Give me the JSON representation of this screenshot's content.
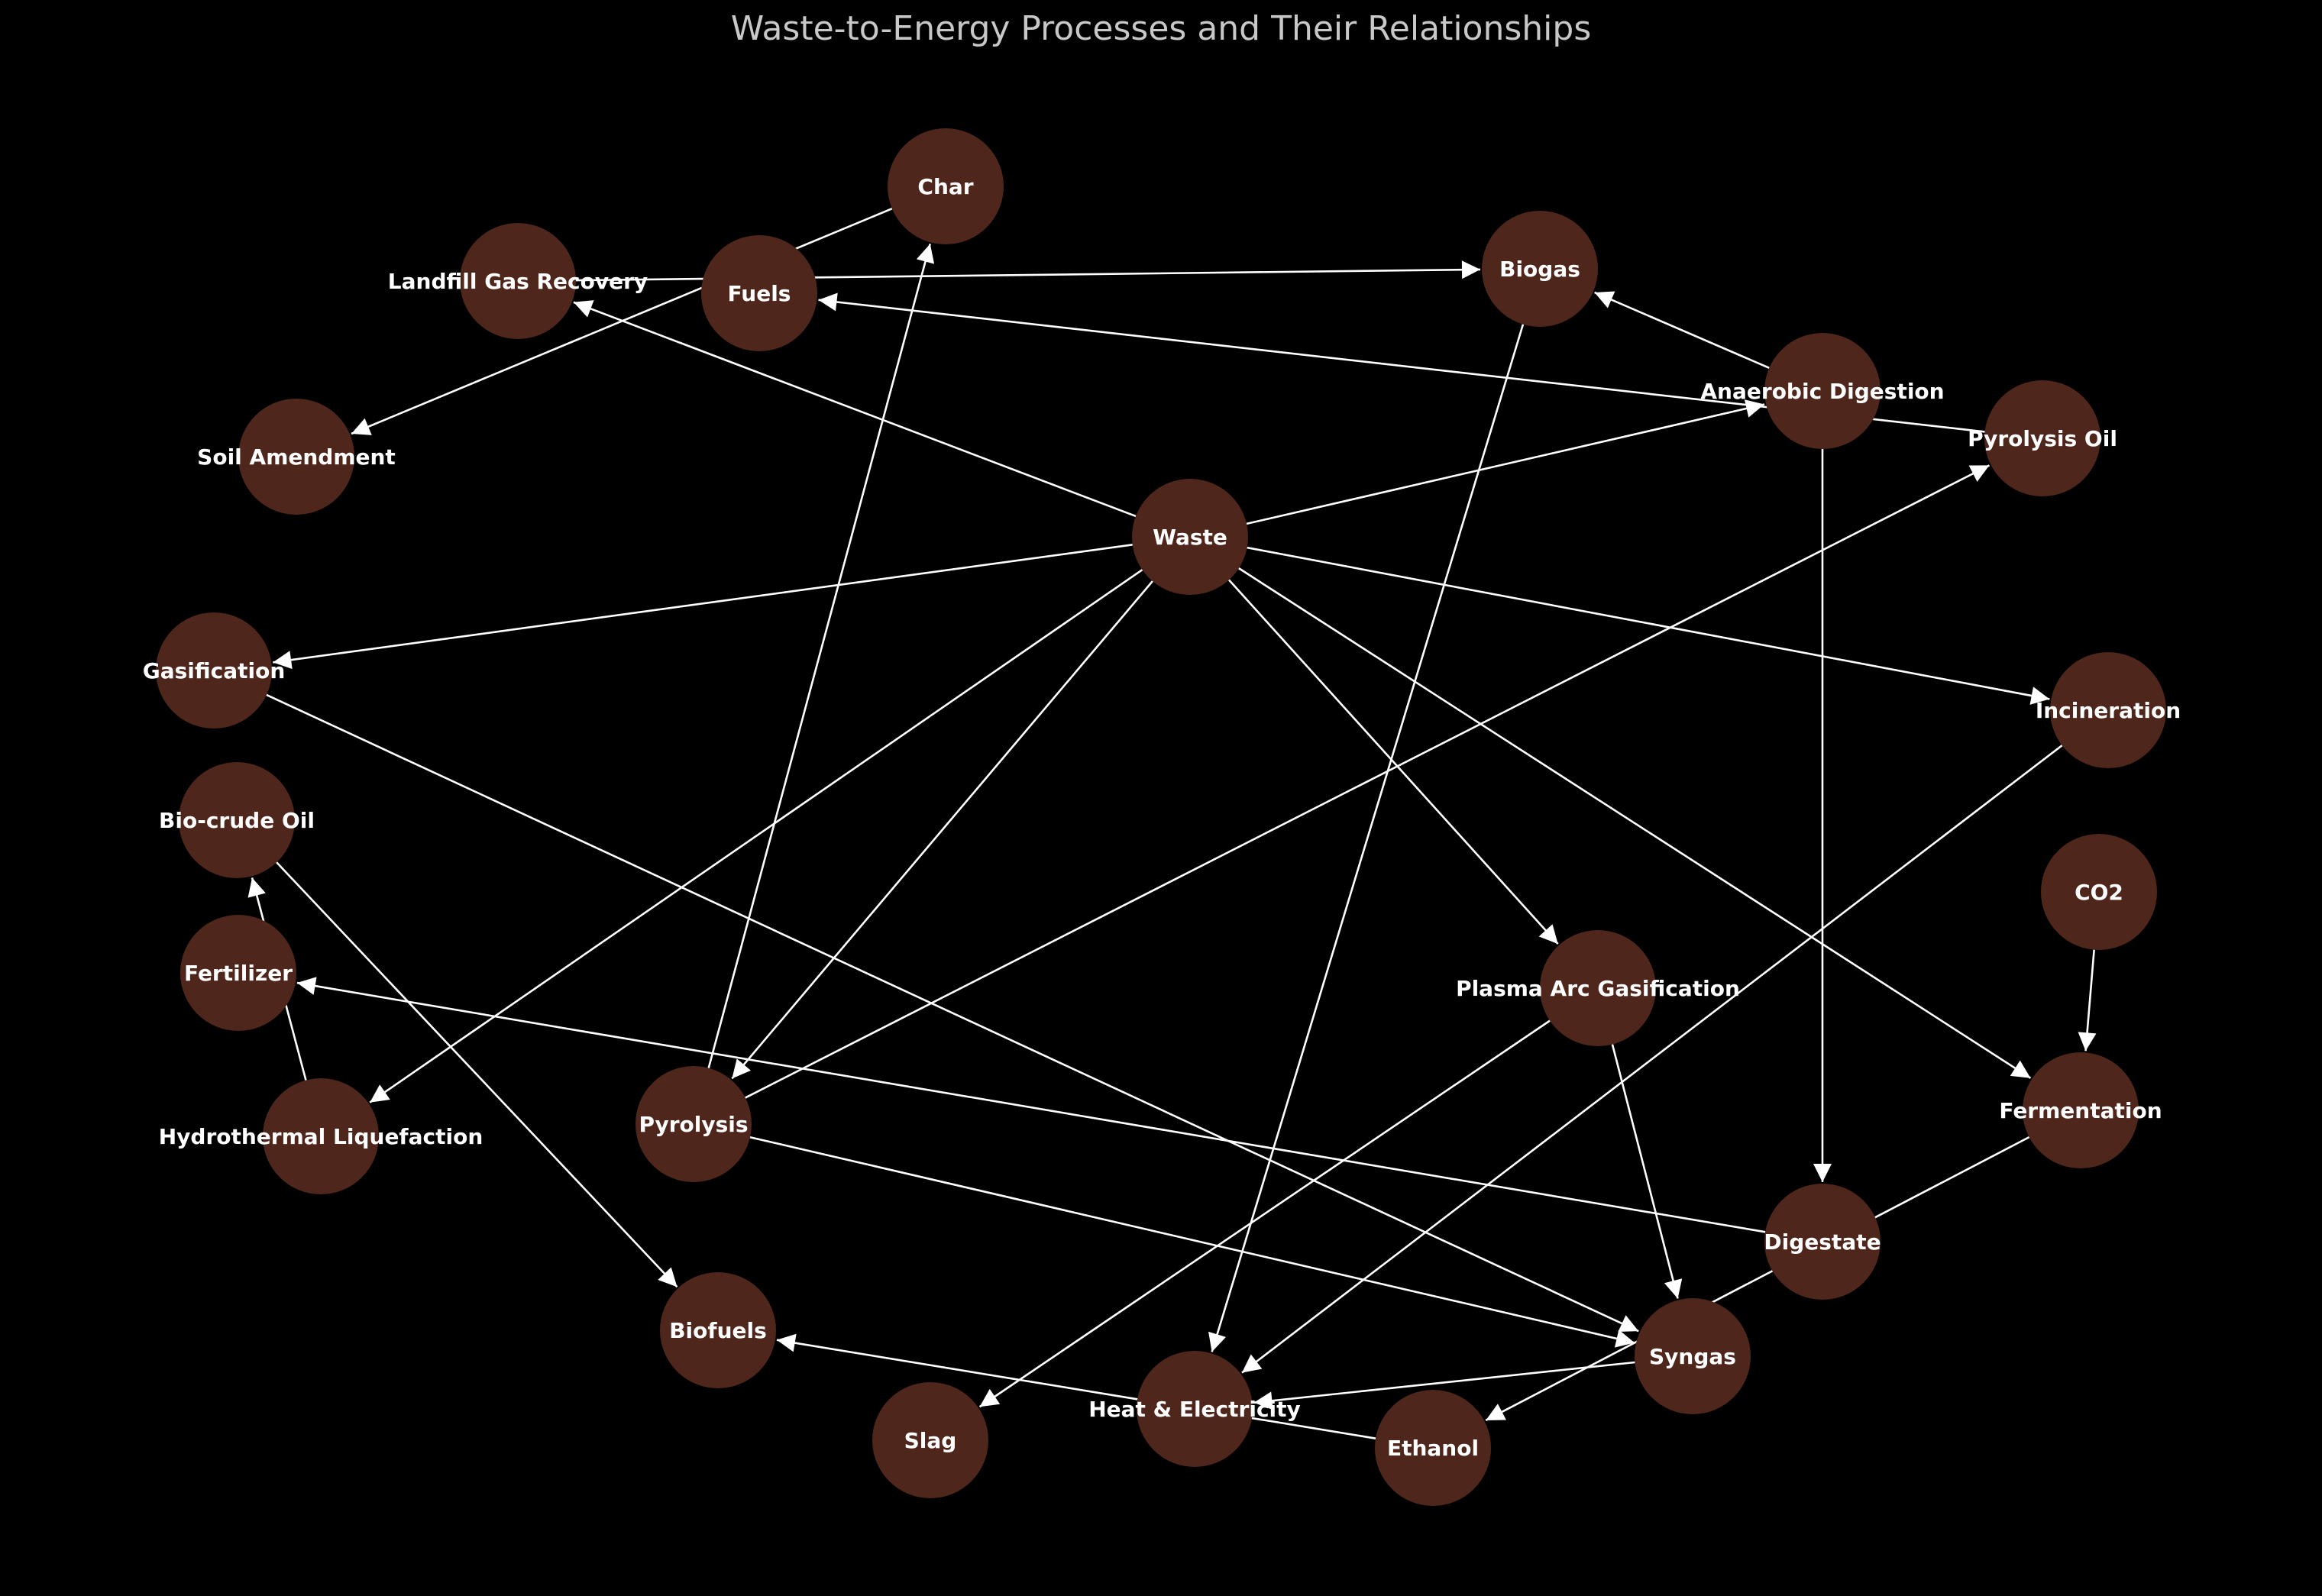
{
  "diagram": {
    "title": "Waste-to-Energy Processes and Their Relationships",
    "colors": {
      "background": "#000000",
      "node_fill": "#4e261c",
      "edge": "#ffffff",
      "label": "#ffffff",
      "title": "#c8c8c8"
    },
    "nodes": [
      {
        "id": "waste",
        "label": "Waste"
      },
      {
        "id": "incineration",
        "label": "Incineration"
      },
      {
        "id": "anaerobic",
        "label": "Anaerobic Digestion"
      },
      {
        "id": "gasification",
        "label": "Gasification"
      },
      {
        "id": "pyrolysis",
        "label": "Pyrolysis"
      },
      {
        "id": "landfill",
        "label": "Landfill Gas Recovery"
      },
      {
        "id": "plasma",
        "label": "Plasma Arc Gasification"
      },
      {
        "id": "htl",
        "label": "Hydrothermal Liquefaction"
      },
      {
        "id": "fermentation",
        "label": "Fermentation"
      },
      {
        "id": "heat",
        "label": "Heat & Electricity"
      },
      {
        "id": "biogas",
        "label": "Biogas"
      },
      {
        "id": "digestate",
        "label": "Digestate"
      },
      {
        "id": "syngas",
        "label": "Syngas"
      },
      {
        "id": "pyroil",
        "label": "Pyrolysis Oil"
      },
      {
        "id": "char",
        "label": "Char"
      },
      {
        "id": "slag",
        "label": "Slag"
      },
      {
        "id": "biocrude",
        "label": "Bio-crude Oil"
      },
      {
        "id": "ethanol",
        "label": "Ethanol"
      },
      {
        "id": "co2",
        "label": "CO2"
      },
      {
        "id": "fuels",
        "label": "Fuels"
      },
      {
        "id": "fertilizer",
        "label": "Fertilizer"
      },
      {
        "id": "soil",
        "label": "Soil Amendment"
      },
      {
        "id": "biofuels",
        "label": "Biofuels"
      }
    ],
    "edges": [
      {
        "from": "waste",
        "to": "incineration"
      },
      {
        "from": "waste",
        "to": "anaerobic"
      },
      {
        "from": "waste",
        "to": "gasification"
      },
      {
        "from": "waste",
        "to": "pyrolysis"
      },
      {
        "from": "waste",
        "to": "landfill"
      },
      {
        "from": "waste",
        "to": "plasma"
      },
      {
        "from": "waste",
        "to": "htl"
      },
      {
        "from": "waste",
        "to": "fermentation"
      },
      {
        "from": "incineration",
        "to": "heat"
      },
      {
        "from": "anaerobic",
        "to": "biogas"
      },
      {
        "from": "anaerobic",
        "to": "digestate"
      },
      {
        "from": "gasification",
        "to": "syngas"
      },
      {
        "from": "pyrolysis",
        "to": "pyroil"
      },
      {
        "from": "pyrolysis",
        "to": "char"
      },
      {
        "from": "pyrolysis",
        "to": "syngas"
      },
      {
        "from": "landfill",
        "to": "biogas"
      },
      {
        "from": "plasma",
        "to": "syngas"
      },
      {
        "from": "plasma",
        "to": "slag"
      },
      {
        "from": "htl",
        "to": "biocrude"
      },
      {
        "from": "fermentation",
        "to": "ethanol"
      },
      {
        "from": "co2",
        "to": "fermentation"
      },
      {
        "from": "biogas",
        "to": "heat"
      },
      {
        "from": "syngas",
        "to": "heat"
      },
      {
        "from": "pyroil",
        "to": "fuels"
      },
      {
        "from": "char",
        "to": "soil"
      },
      {
        "from": "digestate",
        "to": "fertilizer"
      },
      {
        "from": "biocrude",
        "to": "biofuels"
      },
      {
        "from": "ethanol",
        "to": "biofuels"
      }
    ]
  }
}
